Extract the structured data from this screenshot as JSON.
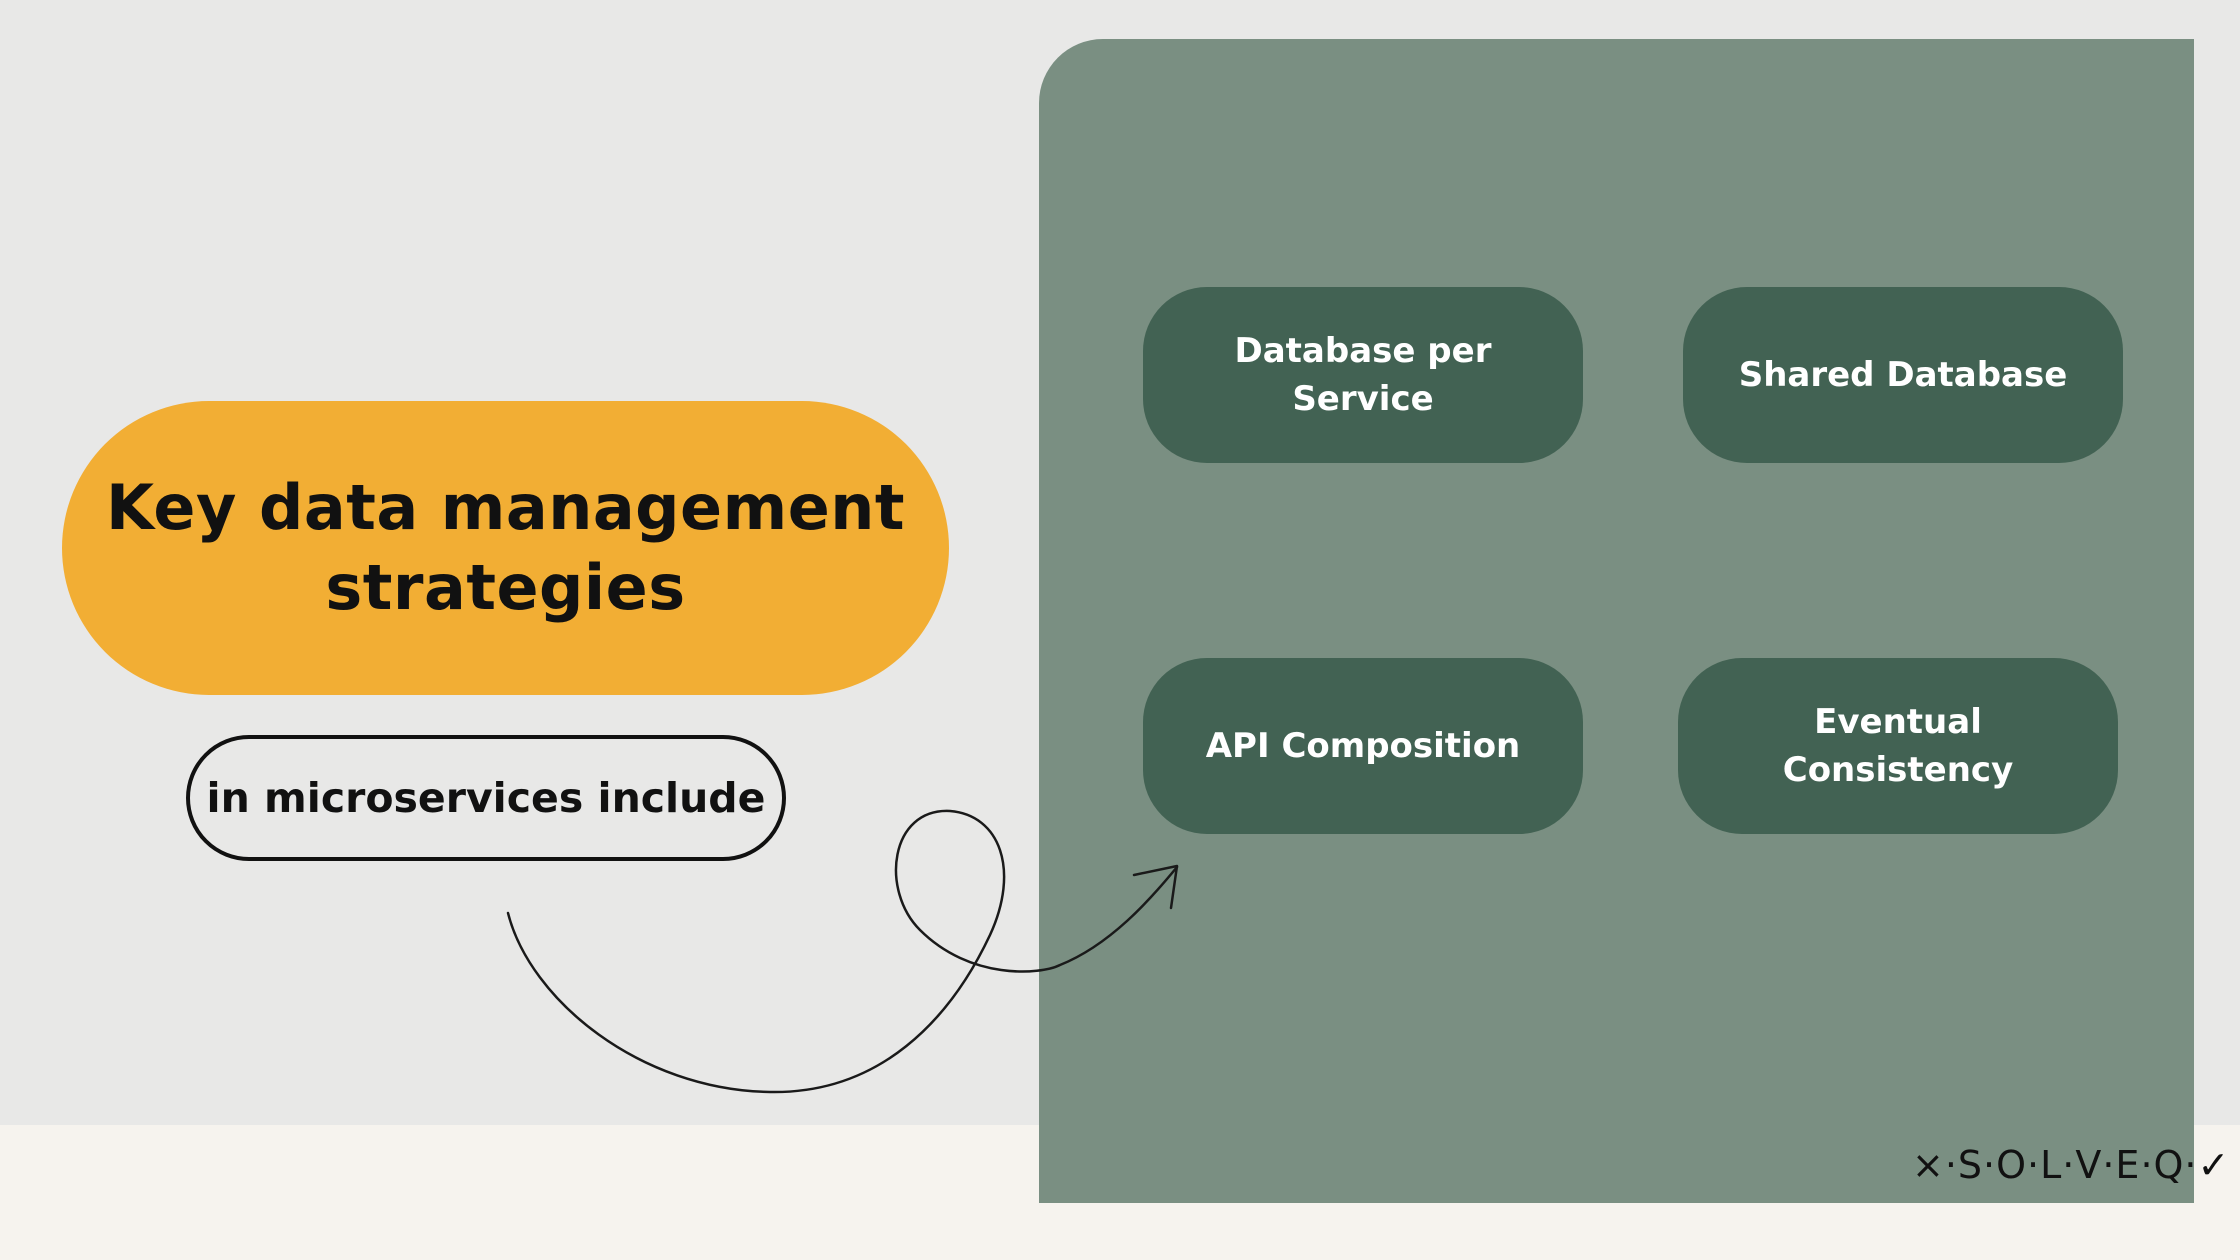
{
  "title": "Key data management strategies",
  "subtitle": "in microservices include",
  "strategies": [
    {
      "label": "Database per Service"
    },
    {
      "label": "Shared Database"
    },
    {
      "label": "API Composition"
    },
    {
      "label": "Eventual Consistency"
    }
  ],
  "logo": {
    "text": "×·S·O·L·V·E·Q·✓"
  },
  "colors": {
    "title_pill": "#f2ae34",
    "panel": "#7a8f82",
    "strategy_box": "#426253",
    "background": "#e8e8e7",
    "bottom_band": "#f6f3ee"
  }
}
